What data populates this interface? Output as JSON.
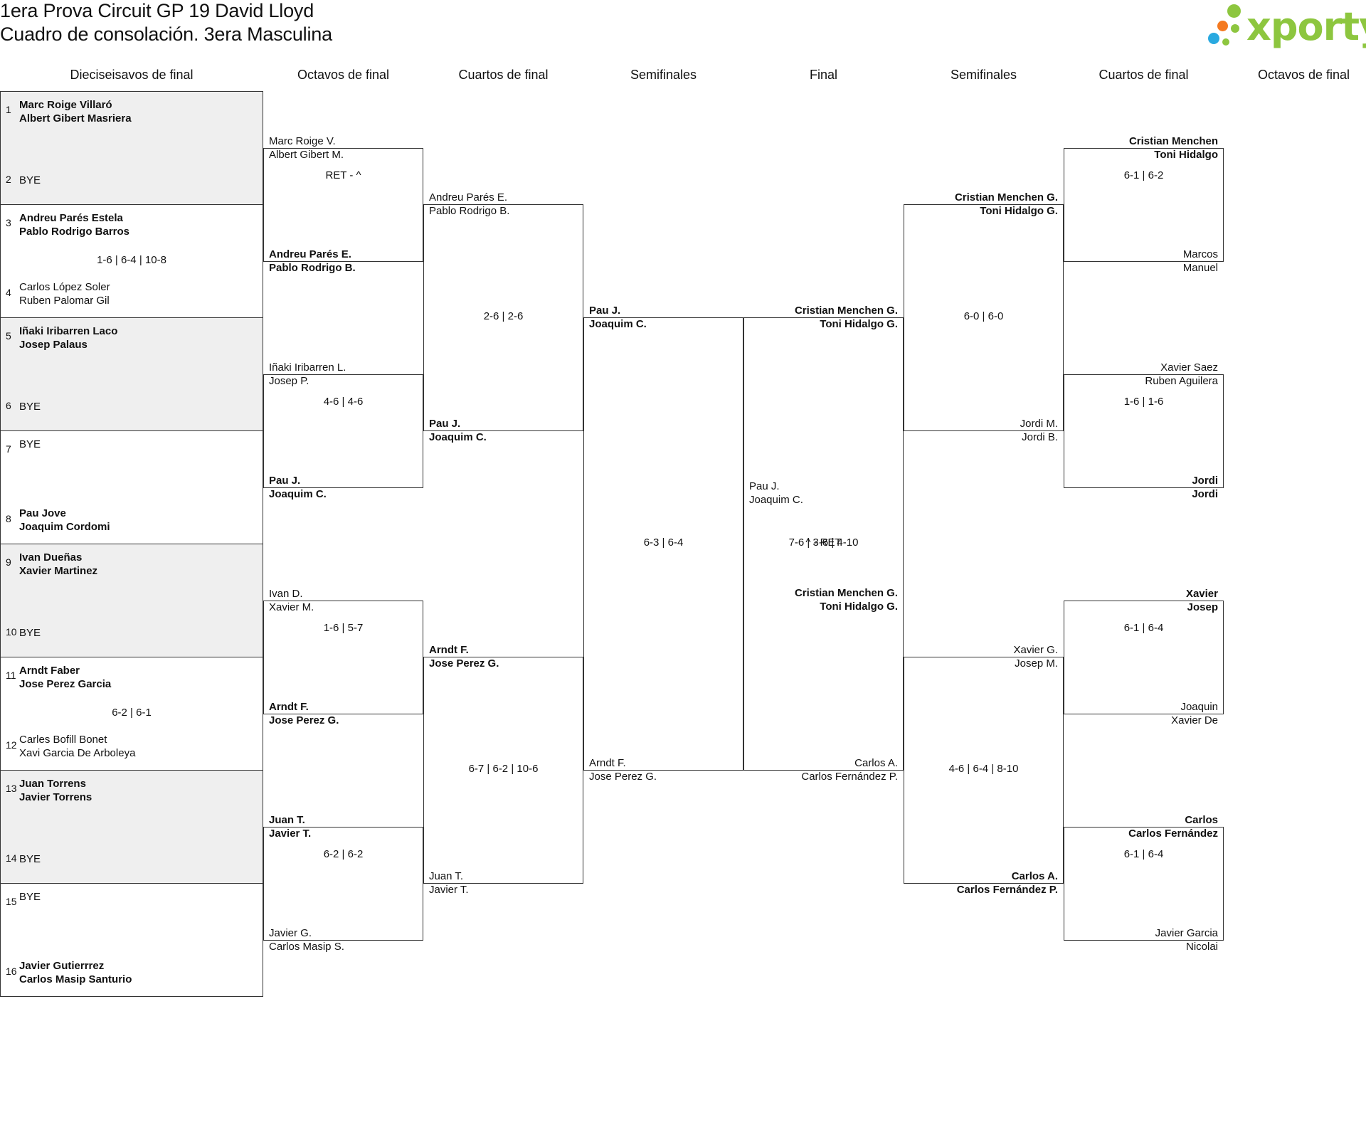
{
  "header": {
    "title_line1": "1era Prova Circuit GP 19 David Lloyd",
    "title_line2": "Cuadro de consolación. 3era Masculina",
    "logo_text": "xporty",
    "logo_colors": [
      "#8dc63f",
      "#f47920",
      "#29a9e0"
    ]
  },
  "rounds": {
    "r32": "Dieciseisavos de final",
    "r16_left": "Octavos de final",
    "qf_left": "Cuartos de final",
    "sf_left": "Semifinales",
    "final": "Final",
    "sf_right": "Semifinales",
    "qf_right": "Cuartos de final",
    "r16_right": "Octavos de final"
  },
  "r32_entries": [
    {
      "seed": "1",
      "p1": "Marc Roige Villaró",
      "p2": "Albert Gibert Masriera"
    },
    {
      "seed": "2",
      "p1": "BYE",
      "p2": ""
    },
    {
      "seed": "3",
      "p1": "Andreu Parés Estela",
      "p2": "Pablo Rodrigo Barros"
    },
    {
      "seed": "4",
      "p1": "Carlos López Soler",
      "p2": "Ruben Palomar Gil"
    },
    {
      "seed": "5",
      "p1": "Iñaki Iribarren Laco",
      "p2": "Josep Palaus"
    },
    {
      "seed": "6",
      "p1": "BYE",
      "p2": ""
    },
    {
      "seed": "7",
      "p1": "BYE",
      "p2": ""
    },
    {
      "seed": "8",
      "p1": "Pau Jove",
      "p2": "Joaquim Cordomi"
    },
    {
      "seed": "9",
      "p1": "Ivan Dueñas",
      "p2": "Xavier Martinez"
    },
    {
      "seed": "10",
      "p1": "BYE",
      "p2": ""
    },
    {
      "seed": "11",
      "p1": "Arndt Faber",
      "p2": "Jose Perez Garcia"
    },
    {
      "seed": "12",
      "p1": "Carles Bofill Bonet",
      "p2": "Xavi Garcia De Arboleya"
    },
    {
      "seed": "13",
      "p1": "Juan Torrens",
      "p2": "Javier Torrens"
    },
    {
      "seed": "14",
      "p1": "BYE",
      "p2": ""
    },
    {
      "seed": "15",
      "p1": "BYE",
      "p2": ""
    },
    {
      "seed": "16",
      "p1": "Javier Gutierrrez",
      "p2": "Carlos Masip Santurio"
    }
  ],
  "r32_scores": [
    "1-6 | 6-4 | 10-8",
    "6-2 | 6-1"
  ],
  "left_r16": [
    {
      "p1": "Marc Roige V.",
      "p2": "Albert Gibert M."
    },
    {
      "p1": "Andreu Parés E.",
      "p2": "Pablo Rodrigo B."
    },
    {
      "p1": "Iñaki Iribarren L.",
      "p2": "Josep P."
    },
    {
      "p1": "Pau J.",
      "p2": "Joaquim C."
    },
    {
      "p1": "Ivan D.",
      "p2": "Xavier M."
    },
    {
      "p1": "Arndt F.",
      "p2": "Jose Perez G."
    },
    {
      "p1": "Juan T.",
      "p2": "Javier T."
    },
    {
      "p1": "Javier G.",
      "p2": "Carlos Masip S."
    }
  ],
  "left_r16_scores": [
    "RET - ^",
    "4-6 | 4-6",
    "1-6 | 5-7",
    "6-2 | 6-2"
  ],
  "left_qf": [
    {
      "p1": "Andreu Parés E.",
      "p2": "Pablo Rodrigo B."
    },
    {
      "p1": "Pau J.",
      "p2": "Joaquim C."
    },
    {
      "p1": "Arndt F.",
      "p2": "Jose Perez G."
    },
    {
      "p1": "Juan T.",
      "p2": "Javier T."
    }
  ],
  "left_qf_scores": [
    "2-6 | 2-6",
    "6-7 | 6-2 | 10-6"
  ],
  "left_sf": [
    {
      "p1": "Pau J.",
      "p2": "Joaquim C."
    },
    {
      "p1": "Arndt F.",
      "p2": "Jose Perez G."
    }
  ],
  "left_sf_score": "6-3 | 6-4",
  "final": {
    "top": {
      "p1": "Pau J.",
      "p2": "Joaquim C."
    },
    "bottom": {
      "p1": "Cristian Menchen G.",
      "p2": "Toni Hidalgo G."
    },
    "score": "7-6 | 3-6 | 4-10"
  },
  "right_sf": [
    {
      "p1": "Cristian Menchen G.",
      "p2": "Toni Hidalgo G."
    },
    {
      "p1": "Carlos A.",
      "p2": "Carlos Fernández P."
    }
  ],
  "right_sf_score": "^ - RET",
  "right_qf": [
    {
      "p1": "Cristian Menchen G.",
      "p2": "Toni Hidalgo G."
    },
    {
      "p1": "Jordi M.",
      "p2": "Jordi B."
    },
    {
      "p1": "Xavier G.",
      "p2": "Josep M."
    },
    {
      "p1": "Carlos A.",
      "p2": "Carlos Fernández P."
    }
  ],
  "right_qf_scores": [
    "6-0 | 6-0",
    "4-6 | 6-4 | 8-10"
  ],
  "right_r16": [
    {
      "p1": "Cristian Menchen",
      "p2": "Toni Hidalgo"
    },
    {
      "p1": "Marcos",
      "p2": "Manuel"
    },
    {
      "p1": "Xavier Saez",
      "p2": "Ruben Aguilera"
    },
    {
      "p1": "Jordi",
      "p2": "Jordi"
    },
    {
      "p1": "Xavier",
      "p2": "Josep"
    },
    {
      "p1": "Joaquin",
      "p2": "Xavier De"
    },
    {
      "p1": "Carlos",
      "p2": "Carlos Fernández"
    },
    {
      "p1": "Javier Garcia",
      "p2": "Nicolai"
    }
  ],
  "right_r16_scores": [
    "6-1 | 6-2",
    "1-6 | 1-6",
    "6-1 | 6-4",
    "6-1 | 6-4"
  ]
}
